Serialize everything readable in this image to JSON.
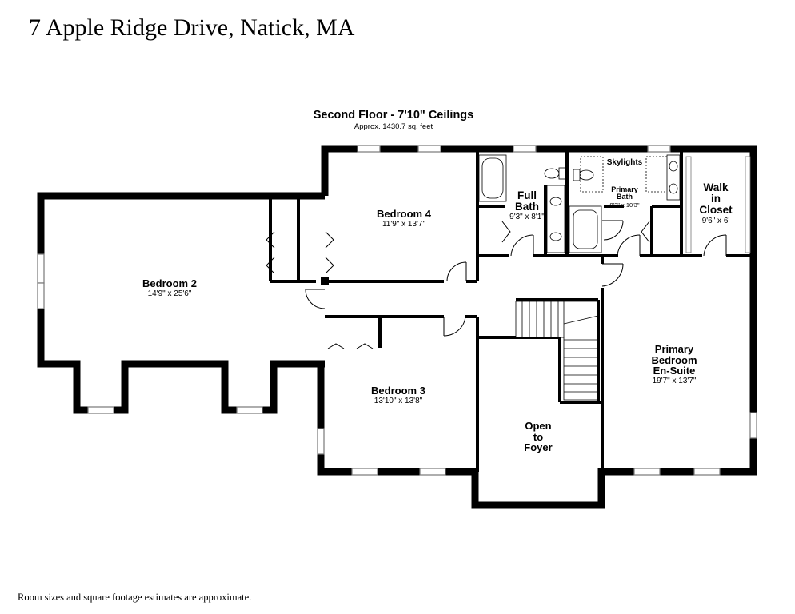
{
  "header": {
    "address": "7 Apple Ridge Drive, Natick, MA"
  },
  "plan": {
    "title": "Second Floor - 7'10\" Ceilings",
    "area": "Approx. 1430.7 sq. feet",
    "wall_color": "#000000",
    "window_color": "#777777"
  },
  "rooms": {
    "bedroom_2": {
      "name": "Bedroom 2",
      "dims": "14'9\" x 25'6\""
    },
    "bedroom_4": {
      "name": "Bedroom 4",
      "dims": "11'9\" x 13'7\""
    },
    "bedroom_3": {
      "name": "Bedroom 3",
      "dims": "13'10\" x 13'8\""
    },
    "full_bath": {
      "name_line1": "Full",
      "name_line2": "Bath",
      "dims": "9'3\" x 8'1\""
    },
    "primary_bath": {
      "name_line1": "Primary",
      "name_line2": "Bath",
      "dims": "9'3\" x 10'3\""
    },
    "walk_in_closet": {
      "name_line1": "Walk",
      "name_line2": "in",
      "name_line3": "Closet",
      "dims": "9'6\" x 6'"
    },
    "primary_bedroom": {
      "name_line1": "Primary",
      "name_line2": "Bedroom",
      "name_line3": "En-Suite",
      "dims": "19'7\" x 13'7\""
    },
    "open_to_foyer": {
      "name_line1": "Open",
      "name_line2": "to",
      "name_line3": "Foyer"
    }
  },
  "fixtures": {
    "skylights": "Skylights"
  },
  "footer": {
    "note": "Room sizes and square footage estimates are approximate."
  }
}
